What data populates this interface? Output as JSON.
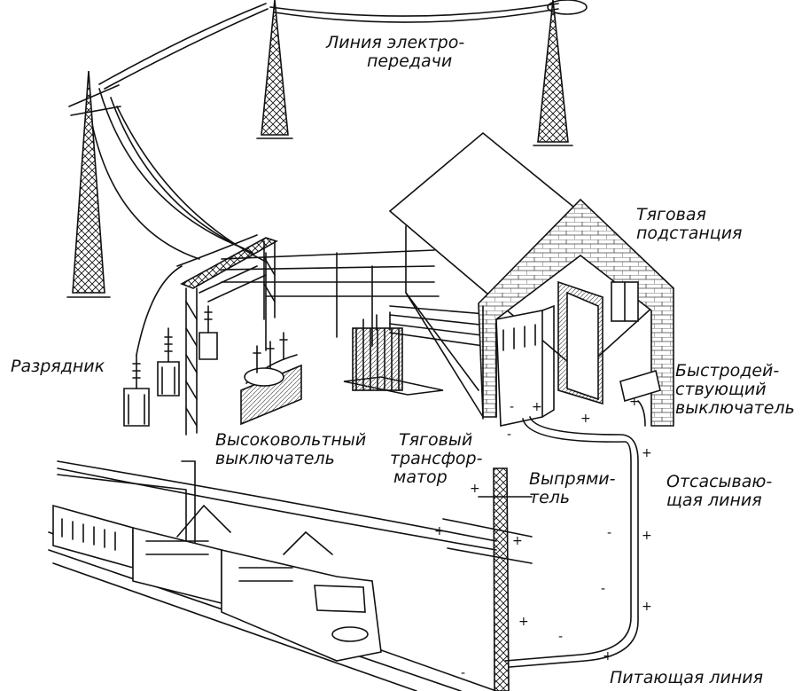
{
  "labels": {
    "power_line": [
      "Линия электро-",
      "передачи"
    ],
    "traction_substation": [
      "Тяговая",
      "подстанция"
    ],
    "arrester": "Разрядник",
    "hv_switch": [
      "Высоковольтный",
      "выключатель"
    ],
    "traction_transformer": [
      "Тяговый",
      "трансфор-",
      "матор"
    ],
    "rectifier": [
      "Выпрями-",
      "тель"
    ],
    "fast_breaker": [
      "Быстродей-",
      "ствующий",
      "выключатель"
    ],
    "return_line": [
      "Отсасываю-",
      "щая линия"
    ],
    "feeder_line": "Питающая линия"
  },
  "symbols": {
    "plus": "+",
    "minus": "-"
  },
  "colors": {
    "ink": "#111111",
    "paper": "#ffffff",
    "hatch": "#555555"
  }
}
